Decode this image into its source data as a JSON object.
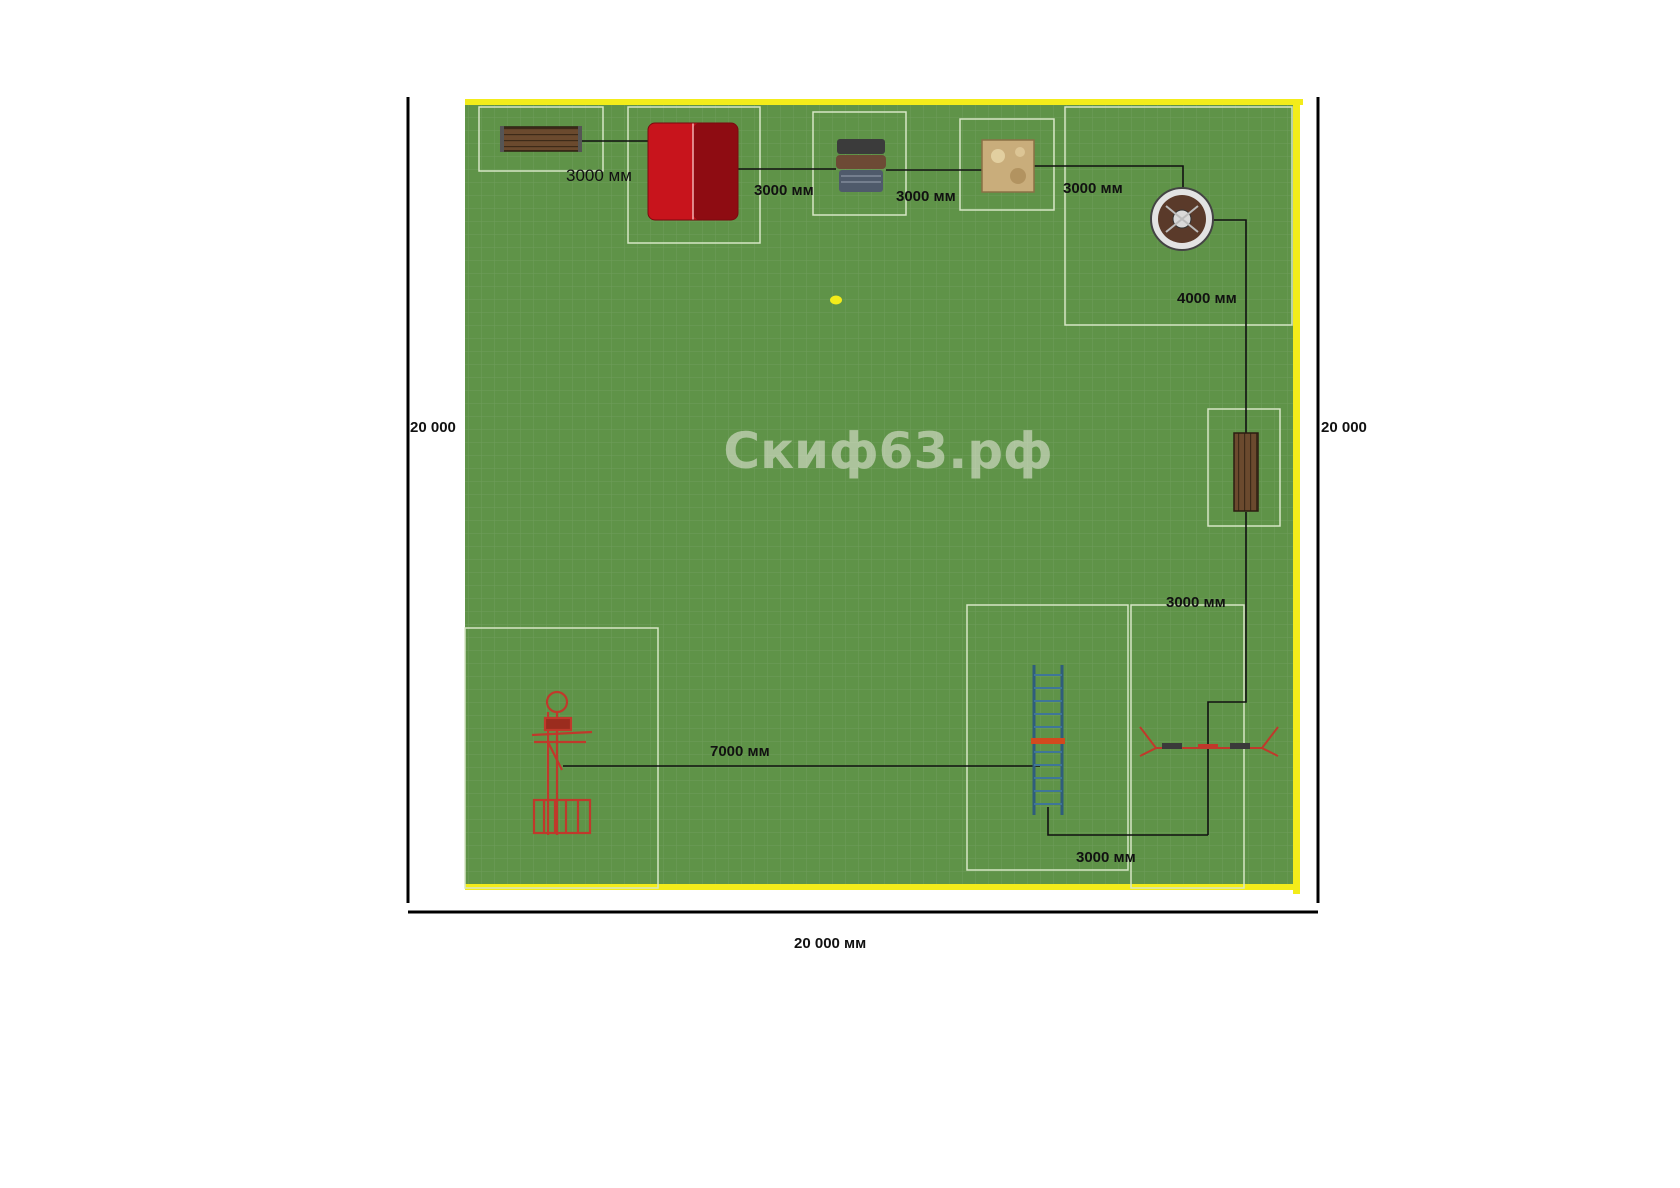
{
  "site": {
    "watermark": "Скиф63.рф",
    "overall": {
      "left": "20 000",
      "right": "20 000",
      "bottom": "20 000 мм"
    }
  },
  "distances": [
    "3000 мм",
    "3000 мм",
    "3000 мм",
    "3000 мм",
    "4000 мм",
    "3000 мм",
    "7000 мм",
    "3000 мм"
  ],
  "colors": {
    "lawn": "#5f9348",
    "border": "#f3ec1a",
    "gazebo": "#c8141c",
    "equipment": "#c0392b",
    "ladder": "#2f5d7c"
  },
  "icons": [
    "bench-icon",
    "gazebo-icon",
    "grill-icon",
    "sandbox-icon",
    "round-table-icon",
    "bench-vertical-icon",
    "horizontal-ladder-icon",
    "sport-complex-icon",
    "balance-beam-icon"
  ]
}
